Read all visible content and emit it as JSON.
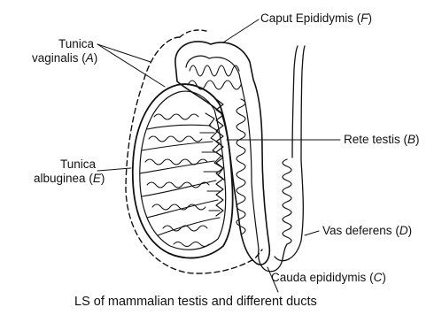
{
  "labels": {
    "tunica_vaginalis": {
      "line1": "Tunica",
      "line2": "vaginalis",
      "open": " (",
      "letter": "A",
      "close": ")"
    },
    "tunica_albuginea": {
      "line1": "Tunica",
      "line2": "albuginea",
      "open": " (",
      "letter": "E",
      "close": ")"
    },
    "caput_epididymis": {
      "text": "Caput Epididymis",
      "open": " (",
      "letter": "F",
      "close": ")"
    },
    "rete_testis": {
      "text": "Rete testis",
      "open": " (",
      "letter": "B",
      "close": ")"
    },
    "vas_deferens": {
      "text": "Vas deferens",
      "open": " (",
      "letter": "D",
      "close": ")"
    },
    "cauda_epididymis": {
      "text": "Cauda epididymis",
      "open": " (",
      "letter": "C",
      "close": ")"
    }
  },
  "caption": "LS of mammalian testis and different ducts",
  "colors": {
    "ink": "#111111",
    "background": "#ffffff"
  }
}
